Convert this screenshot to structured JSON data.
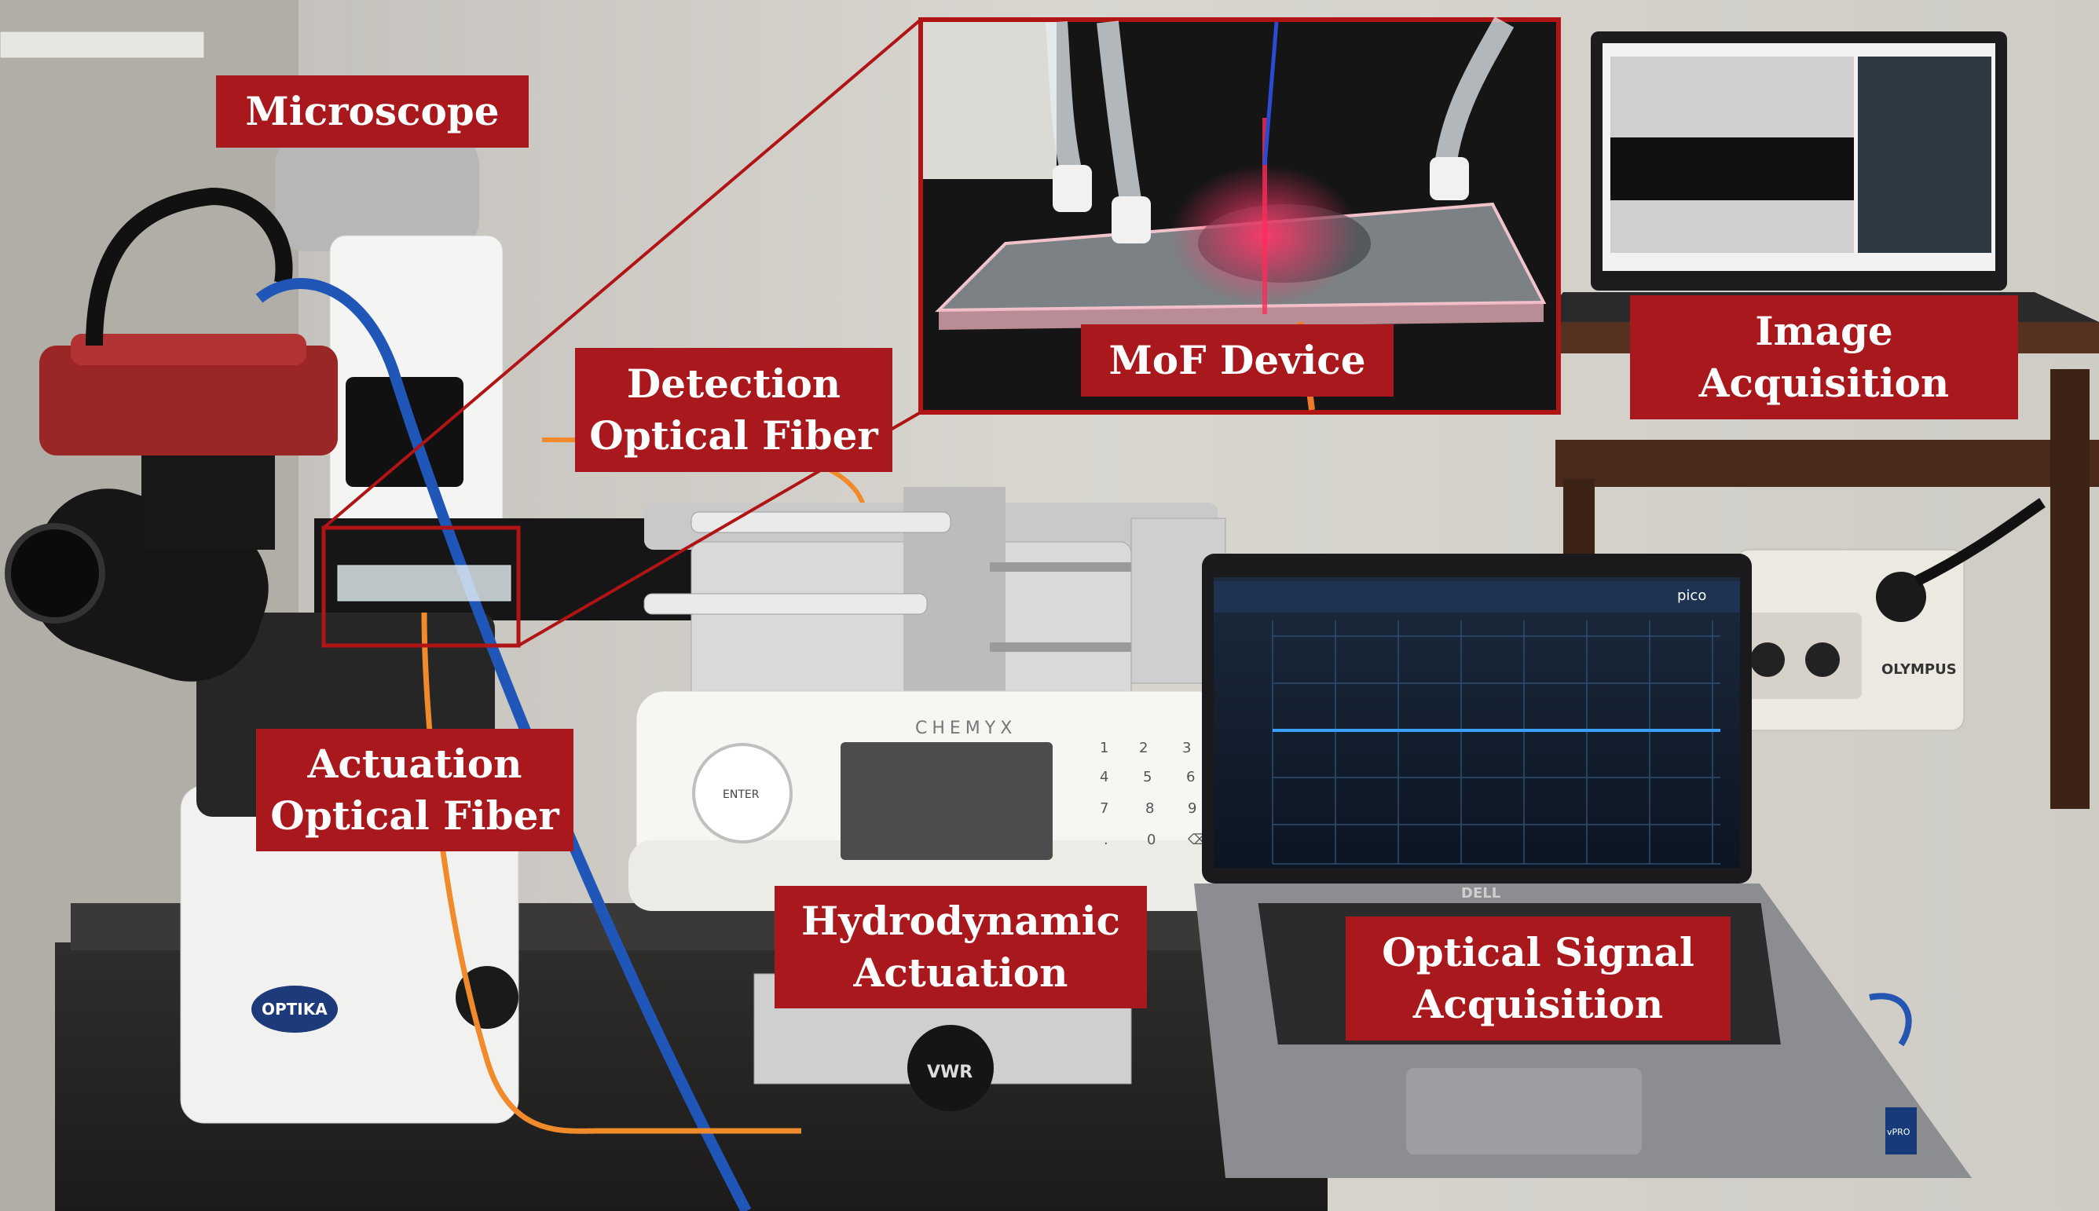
{
  "labels": {
    "microscope": "Microscope",
    "mof_device": "MoF Device",
    "image_acquisition": [
      "Image",
      "Acquisition"
    ],
    "detection_fiber": [
      "Detection",
      "Optical Fiber"
    ],
    "actuation_fiber": [
      "Actuation",
      "Optical Fiber"
    ],
    "hydrodynamic": [
      "Hydrodynamic",
      "Actuation"
    ],
    "optical_signal": [
      "Optical Signal",
      "Acquisition"
    ]
  },
  "device_text": {
    "pump_brand": "CHEMYX",
    "enter_key": "ENTER",
    "keypad": [
      "1",
      "2",
      "3",
      "4",
      "5",
      "6",
      "7",
      "8",
      "9",
      ".",
      "0",
      "⌫"
    ],
    "microscope_brand": "OPTIKA",
    "light_source_brand": "OLYMPUS",
    "laptop_brand": "DELL",
    "software_brand": "pico",
    "clamp_brand": "VWR",
    "cpu_badge": "vPRO"
  },
  "colors": {
    "label_bg": "#a8181c",
    "label_text": "#ffffff",
    "highlight_frame": "#b01414",
    "laser": "#ff2a5a",
    "trace": "#3aa0ff"
  }
}
